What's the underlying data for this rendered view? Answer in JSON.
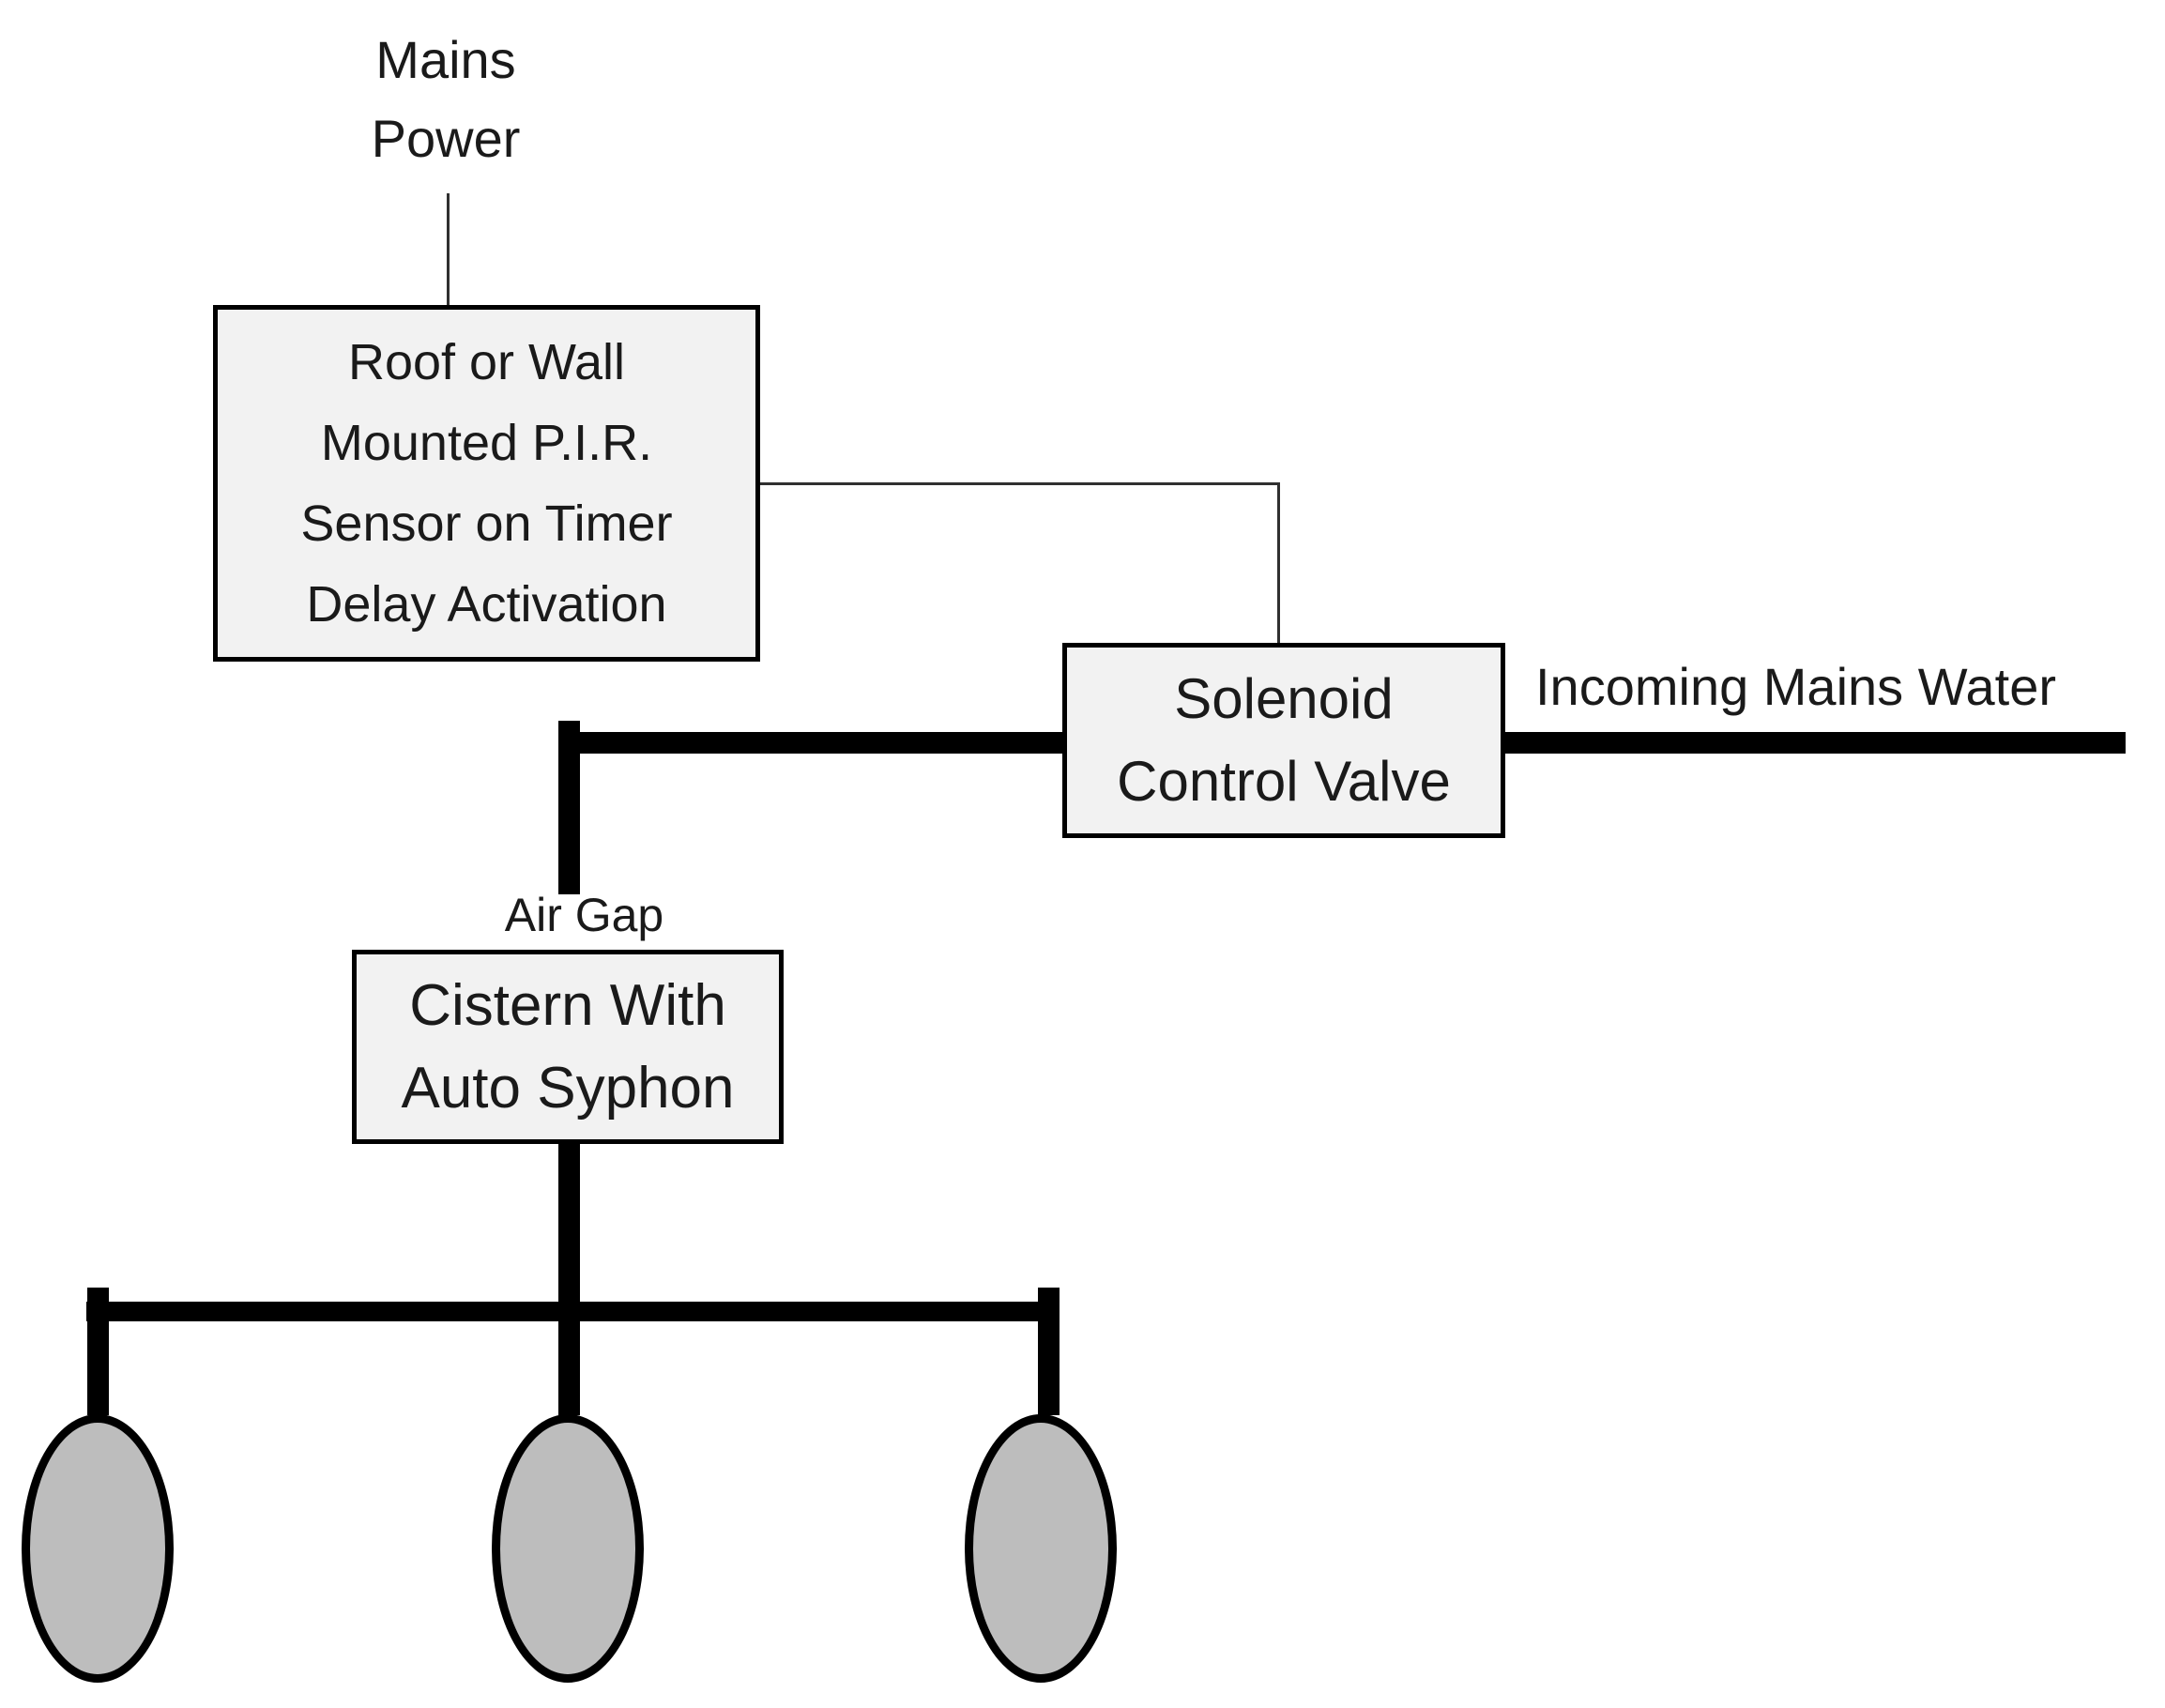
{
  "diagram": {
    "type": "piping-and-control-flow-diagram",
    "labels": {
      "mains_power": "Mains\nPower",
      "incoming_mains_water": "Incoming Mains Water",
      "air_gap": "Air Gap"
    },
    "nodes": {
      "pir_sensor": "Roof or Wall\nMounted P.I.R.\nSensor on Timer\nDelay Activation",
      "solenoid_valve": "Solenoid\nControl Valve",
      "cistern": "Cistern With\nAuto Syphon"
    },
    "fixtures": {
      "count": 3,
      "shape": "ellipse"
    },
    "colors": {
      "background": "#ffffff",
      "node_fill": "#f2f2f2",
      "node_border": "#000000",
      "pipe": "#000000",
      "wire": "#303030",
      "fixture_fill": "#bdbdbd",
      "fixture_border": "#000000",
      "text": "#1a1a1a"
    }
  }
}
